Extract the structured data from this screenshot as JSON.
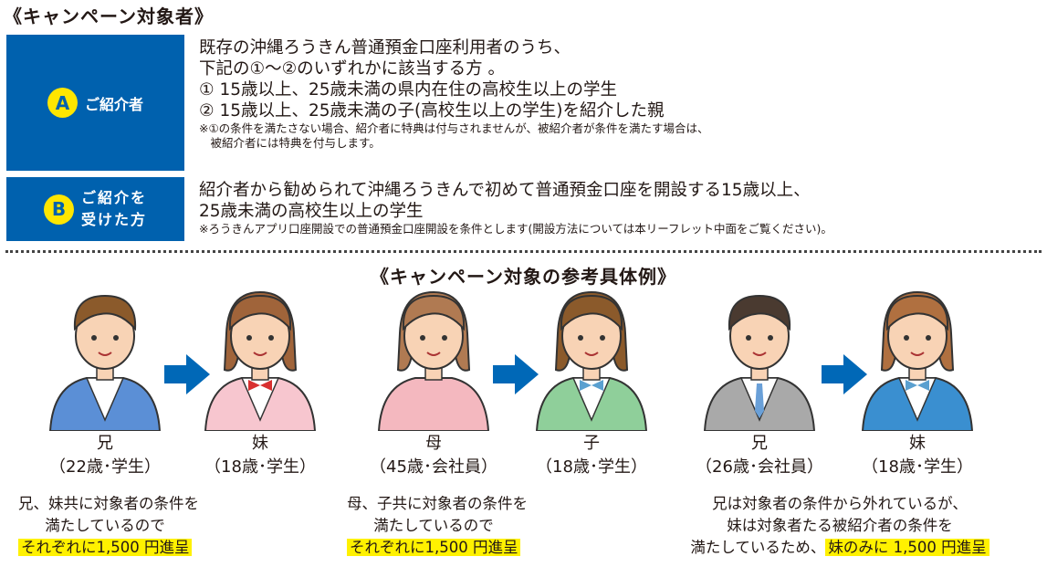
{
  "title": "《キャンペーン対象者》",
  "a": {
    "badge": "A",
    "label": "ご紹介者",
    "lines": [
      "既存の沖縄ろうきん普通預金口座利用者のうち、",
      "下記の①～②のいずれかに該当する方 。",
      "① 15歳以上、25歳未満の県内在住の高校生以上の学生",
      "② 15歳以上、25歳未満の子(高校生以上の学生)を紹介した親"
    ],
    "notes": [
      "※①の条件を満たさない場合、紹介者に特典は付与されませんが、被紹介者が条件を満たす場合は、",
      "　被紹介者には特典を付与します。"
    ]
  },
  "b": {
    "badge": "B",
    "label1": "ご紹介を",
    "label2": "受けた方",
    "lines": [
      "紹介者から勧められて沖縄ろうきんで初めて普通預金口座を開設する15歳以上、",
      "25歳未満の高校生以上の学生"
    ],
    "note": "※ろうきんアプリ口座開設での普通預金口座開設を条件とします(開設方法については本リーフレット中面をご覧ください)。"
  },
  "examples_title": "《キャンペーン対象の参考具体例》",
  "people": [
    {
      "name": "兄",
      "detail": "（22歳･学生）",
      "hair": "#8b5a2b",
      "shirt": "#5b8fd6",
      "type": "boy"
    },
    {
      "name": "妹",
      "detail": "（18歳･学生）",
      "hair": "#a0643a",
      "shirt": "#f7c6cf",
      "type": "girl"
    },
    {
      "name": "母",
      "detail": "（45歳･会社員）",
      "hair": "#b07a52",
      "shirt": "#f4b8bf",
      "type": "mom"
    },
    {
      "name": "子",
      "detail": "（18歳･学生）",
      "hair": "#8b5a2b",
      "shirt": "#8fcf9a",
      "type": "girl"
    },
    {
      "name": "兄",
      "detail": "（26歳･会社員）",
      "hair": "#4a3a30",
      "shirt": "#a9a9a9",
      "type": "man"
    },
    {
      "name": "妹",
      "detail": "（18歳･学生）",
      "hair": "#b07040",
      "shirt": "#3a8fd0",
      "type": "girl"
    }
  ],
  "captions": [
    {
      "lines": [
        "兄、妹共に対象者の条件を",
        "満たしているので"
      ],
      "pre": "",
      "highlight": "それぞれに1,500 円進呈"
    },
    {
      "lines": [
        "母、子共に対象者の条件を",
        "満たしているので"
      ],
      "pre": "",
      "highlight": "それぞれに1,500 円進呈"
    },
    {
      "lines": [
        "兄は対象者の条件から外れているが、",
        "妹は対象者たる被紹介者の条件を"
      ],
      "pre": "満たしているため、",
      "highlight": "妹のみに 1,500 円進呈"
    }
  ],
  "colors": {
    "blue": "#0061ae",
    "yellow": "#ffe600",
    "arrow": "#0068b7"
  }
}
